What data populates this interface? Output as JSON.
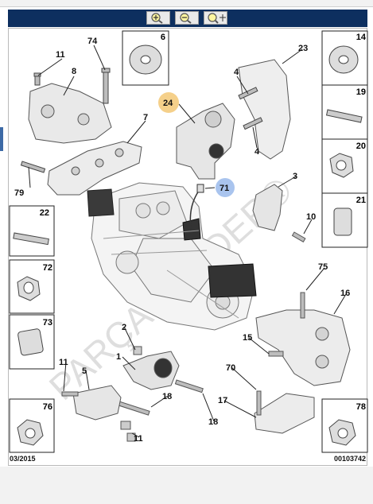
{
  "toolbar": {
    "buttons": [
      {
        "name": "zoom-in",
        "icon": "zoom-in-icon"
      },
      {
        "name": "zoom-out",
        "icon": "zoom-out-icon"
      },
      {
        "name": "zoom-fit",
        "icon": "zoom-fit-icon"
      }
    ]
  },
  "labels": {
    "l1": "1",
    "l2": "2",
    "l3": "3",
    "l4a": "4",
    "l4b": "4",
    "l5": "5",
    "l6": "6",
    "l7": "7",
    "l8": "8",
    "l10": "10",
    "l11a": "11",
    "l11b": "11",
    "l11c": "11",
    "l14": "14",
    "l15": "15",
    "l16": "16",
    "l17": "17",
    "l18a": "18",
    "l18b": "18",
    "l19": "19",
    "l20": "20",
    "l21": "21",
    "l22": "22",
    "l23": "23",
    "l24": "24",
    "l70": "70",
    "l71": "71",
    "l72": "72",
    "l73": "73",
    "l74": "74",
    "l75": "75",
    "l76": "76",
    "l78": "78",
    "l79": "79"
  },
  "footer": {
    "date": "03/2015",
    "doc_number": "00103742"
  },
  "watermark": "PARÇAGONDER®",
  "colors": {
    "toolbar": "#0d2f5f",
    "highlight_24": "#f5d08a",
    "highlight_71": "#a9c4ee",
    "box_border": "#222222"
  }
}
